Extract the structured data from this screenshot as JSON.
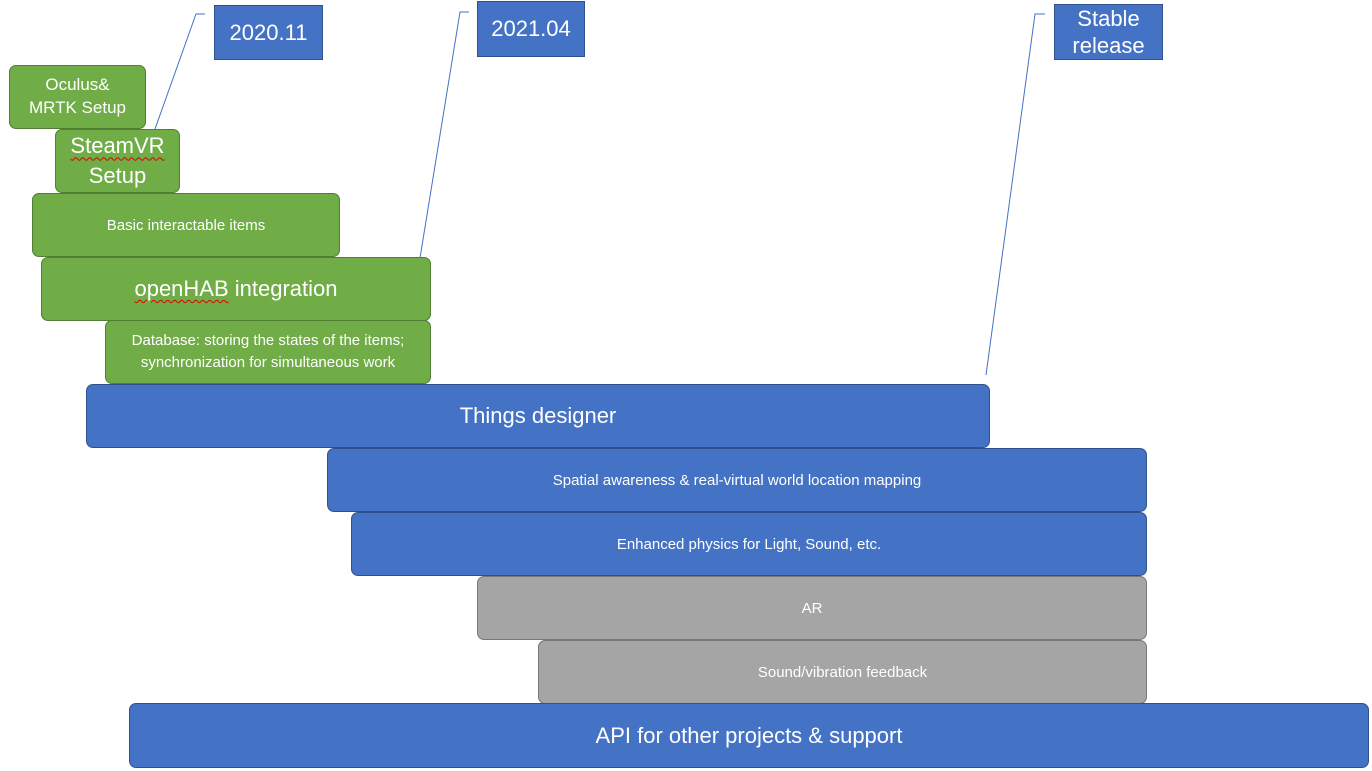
{
  "callouts": [
    {
      "label": "2020.11"
    },
    {
      "label": "2021.04"
    },
    {
      "label_line1": "Stable",
      "label_line2": "release"
    }
  ],
  "tasks": {
    "oculus_line1": "Oculus&",
    "oculus_line2": "MRTK Setup",
    "steamvr_word": "SteamVR",
    "steamvr_line2": "Setup",
    "basic_items": "Basic interactable items",
    "openhab_word": "openHAB",
    "openhab_rest": " integration",
    "database_line1": "Database: storing the states of the items;",
    "database_line2": "synchronization for simultaneous work",
    "things_designer": "Things designer",
    "spatial": "Spatial awareness & real-virtual world location mapping",
    "physics": "Enhanced physics for Light, Sound, etc.",
    "ar": "AR",
    "feedback": "Sound/vibration feedback",
    "api": "API for other projects & support"
  },
  "colors": {
    "done": "#70ad47",
    "planned": "#4472c4",
    "optional": "#a5a5a5"
  }
}
